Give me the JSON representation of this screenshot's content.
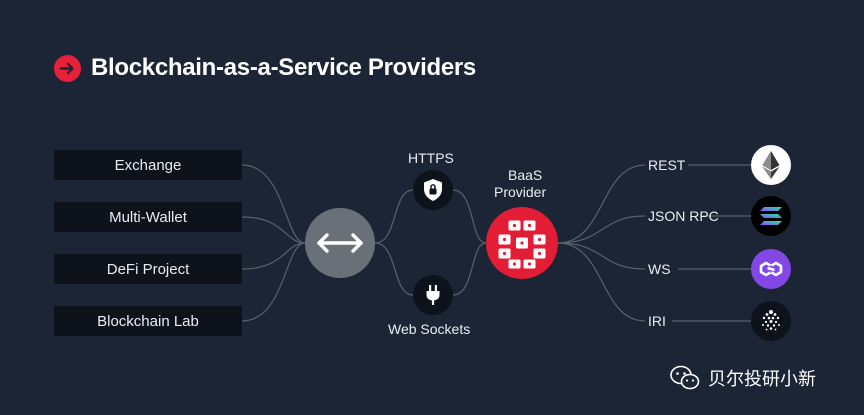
{
  "title": "Blockchain-as-a-Service Providers",
  "clients": [
    "Exchange",
    "Multi-Wallet",
    "DeFi Project",
    "Blockchain Lab"
  ],
  "protocols": {
    "https": {
      "label": "HTTPS",
      "icon": "shield-lock-icon"
    },
    "websockets": {
      "label": "Web Sockets",
      "icon": "plug-icon"
    }
  },
  "provider": {
    "line1": "BaaS",
    "line2": "Provider",
    "icon": "cubes-icon"
  },
  "chains": [
    {
      "label": "REST",
      "icon": "ethereum-icon"
    },
    {
      "label": "JSON RPC",
      "icon": "solana-icon"
    },
    {
      "label": "WS",
      "icon": "polygon-icon"
    },
    {
      "label": "IRI",
      "icon": "iota-icon"
    }
  ],
  "watermark": "贝尔投研小新",
  "colors": {
    "background": "#1c2535",
    "accent": "#e31d35",
    "box": "#0d121b",
    "hub": "#6a7078",
    "polygon": "#8247e5"
  }
}
